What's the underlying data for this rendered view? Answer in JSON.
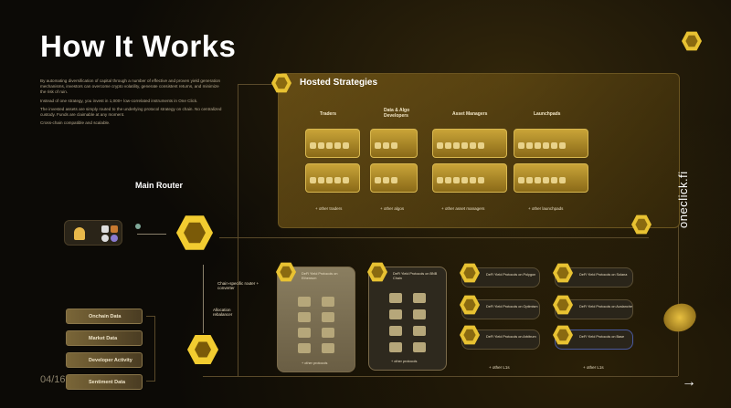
{
  "title": "How It Works",
  "intro": [
    "By automating diversification of capital through a number of effective and proven yield generation mechanisms, investors can overcome crypto volatility, generate consistent returns, and minimize the risk of ruin.",
    "Instead of one strategy, you invest in 1,000+ low-correlated instruments in One Click.",
    "The invested assets are simply routed to the underlying protocol strategy on chain. No centralized custody. Funds are claimable at any moment.",
    "Cross-chain compatible and scalable."
  ],
  "hosted": {
    "title": "Hosted Strategies",
    "categories": [
      {
        "label": "Traders",
        "other": "+ other traders"
      },
      {
        "label": "Data & Algo Developers",
        "other": "+ other algos"
      },
      {
        "label": "Asset Managers",
        "other": "+ other asset managers"
      },
      {
        "label": "Launchpads",
        "other": "+ other launchpads"
      }
    ]
  },
  "router": {
    "title": "Main Router",
    "chain_label": "Chain-specific router + converter",
    "allocation_label": "Allocation rebalancer"
  },
  "data_sources": [
    "Onchain Data",
    "Market Data",
    "Developer Activity",
    "Sentiment Data"
  ],
  "protocols": {
    "ethereum": "DeFi Yield Protocols on Ethereum",
    "bnb": "DeFi Yield Protocols on BNB Chain",
    "other_protocols": "+ other protocols",
    "chains_a": [
      "DeFi Yield Protocols on Polygon",
      "DeFi Yield Protocols on Optimism",
      "DeFi Yield Protocols on Arbitrum"
    ],
    "chains_b": [
      "DeFi Yield Protocols on Solana",
      "DeFi Yield Protocols on Avalanche",
      "DeFi Yield Protocols on Base"
    ],
    "other_l1s": "+ other L1s"
  },
  "brand": "oneclick.fi",
  "page": "04/16",
  "colors": {
    "accent": "#e8c232",
    "background": "#0c0a06"
  }
}
